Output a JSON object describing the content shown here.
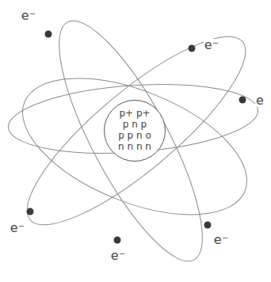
{
  "diagram": {
    "nodes": [
      {
        "text": [
          "p+ p+",
          "p n p",
          "p p n o",
          "n n n n"
        ]
      }
    ],
    "labels": [
      "e⁻",
      "e⁻",
      "e",
      "e⁻",
      "e⁻",
      "e⁻"
    ]
  }
}
